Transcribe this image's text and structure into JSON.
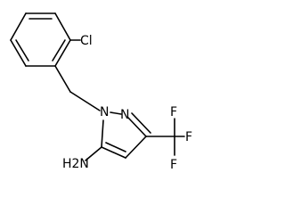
{
  "molecule": {
    "atoms": {
      "chlorine": "Cl",
      "ring_nitrogen_1": "N",
      "ring_nitrogen_2": "N",
      "fluorine_top": "F",
      "fluorine_right": "F",
      "fluorine_bottom": "F",
      "amine": "H2N"
    }
  },
  "colors": {
    "bond": "#000000",
    "label": "#000000",
    "background": "#ffffff"
  }
}
